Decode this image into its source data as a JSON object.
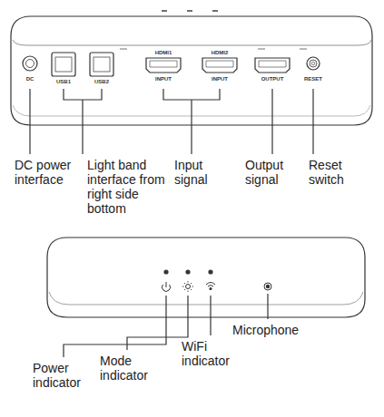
{
  "diagram": {
    "labels": [
      "DC",
      "USB1",
      "USB2",
      "HDMI1",
      "HDMI2",
      "INPUT",
      "INPUT",
      "OUTPUT",
      "RESET",
      "DC power interface",
      "Light band interface from right side bottom",
      "Input signal",
      "Output signal",
      "Reset switch",
      "Power indicator",
      "Mode indicator",
      "WiFi indicator",
      "Microphone"
    ]
  }
}
